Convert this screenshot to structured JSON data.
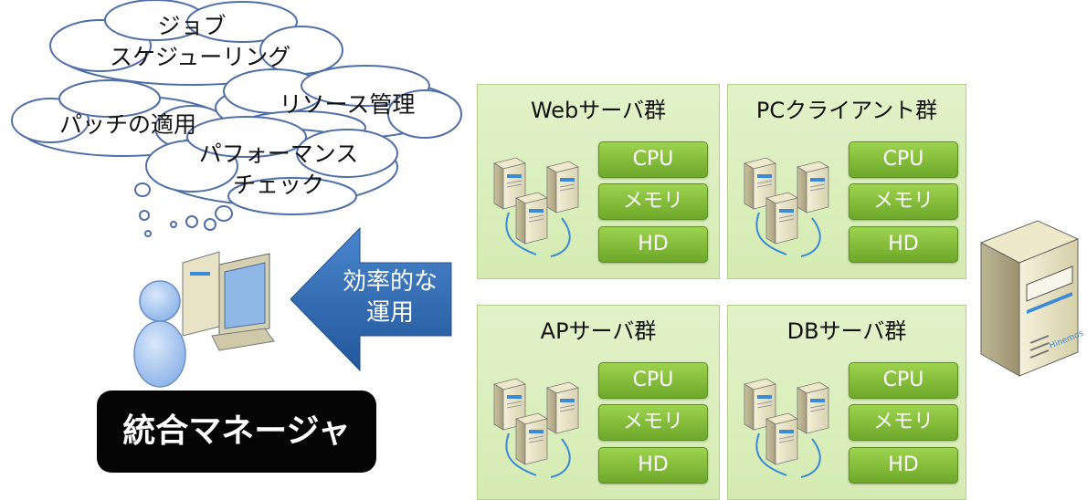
{
  "thoughts": {
    "job": [
      "ジョブ",
      "スケジューリング"
    ],
    "patch": "パッチの適用",
    "resource": "リソース管理",
    "perf": [
      "パフォーマンス",
      "チェック"
    ]
  },
  "arrow_label": [
    "効率的な",
    "運用"
  ],
  "manager_label": "統合マネージャ",
  "server_logo": "Hinemos",
  "groups": [
    {
      "title": "Webサーバ群",
      "resources": [
        "CPU",
        "メモリ",
        "HD"
      ]
    },
    {
      "title": "PCクライアント群",
      "resources": [
        "CPU",
        "メモリ",
        "HD"
      ]
    },
    {
      "title": "APサーバ群",
      "resources": [
        "CPU",
        "メモリ",
        "HD"
      ]
    },
    {
      "title": "DBサーバ群",
      "resources": [
        "CPU",
        "メモリ",
        "HD"
      ]
    }
  ],
  "colors": {
    "cloud_fill": "#ffffff",
    "cloud_stroke": "#4f6fa6",
    "group_fill": "#d9edbb",
    "button_fill": "#7cb832",
    "arrow_fill": "#2f6bb3",
    "person_fill": "#9fc1ef"
  }
}
